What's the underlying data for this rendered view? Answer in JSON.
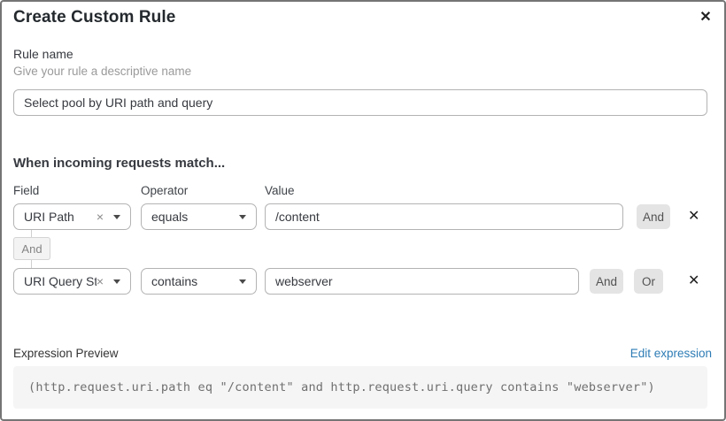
{
  "dialog": {
    "title": "Create Custom Rule",
    "close_icon": "✕"
  },
  "rule_name": {
    "label": "Rule name",
    "helper": "Give your rule a descriptive name",
    "value": "Select pool by URI path and query"
  },
  "match": {
    "heading": "When incoming requests match...",
    "columns": {
      "field": "Field",
      "operator": "Operator",
      "value": "Value"
    },
    "joiner_badge": "And",
    "rows": [
      {
        "field": "URI Path",
        "operator": "equals",
        "value": "/content",
        "and_button": "And",
        "remove_icon": "✕",
        "clear_icon": "×"
      },
      {
        "field": "URI Query St...",
        "operator": "contains",
        "value": "webserver",
        "and_button": "And",
        "or_button": "Or",
        "remove_icon": "✕",
        "clear_icon": "×"
      }
    ]
  },
  "expression": {
    "label": "Expression Preview",
    "edit_link": "Edit expression",
    "code": "(http.request.uri.path eq \"/content\" and http.request.uri.query contains \"webserver\")"
  },
  "colors": {
    "link_blue": "#2e7cb5",
    "border_gray": "#b3b3b3",
    "button_gray": "#e4e4e4",
    "expr_bg": "#f5f5f6",
    "dialog_border": "#757575"
  }
}
